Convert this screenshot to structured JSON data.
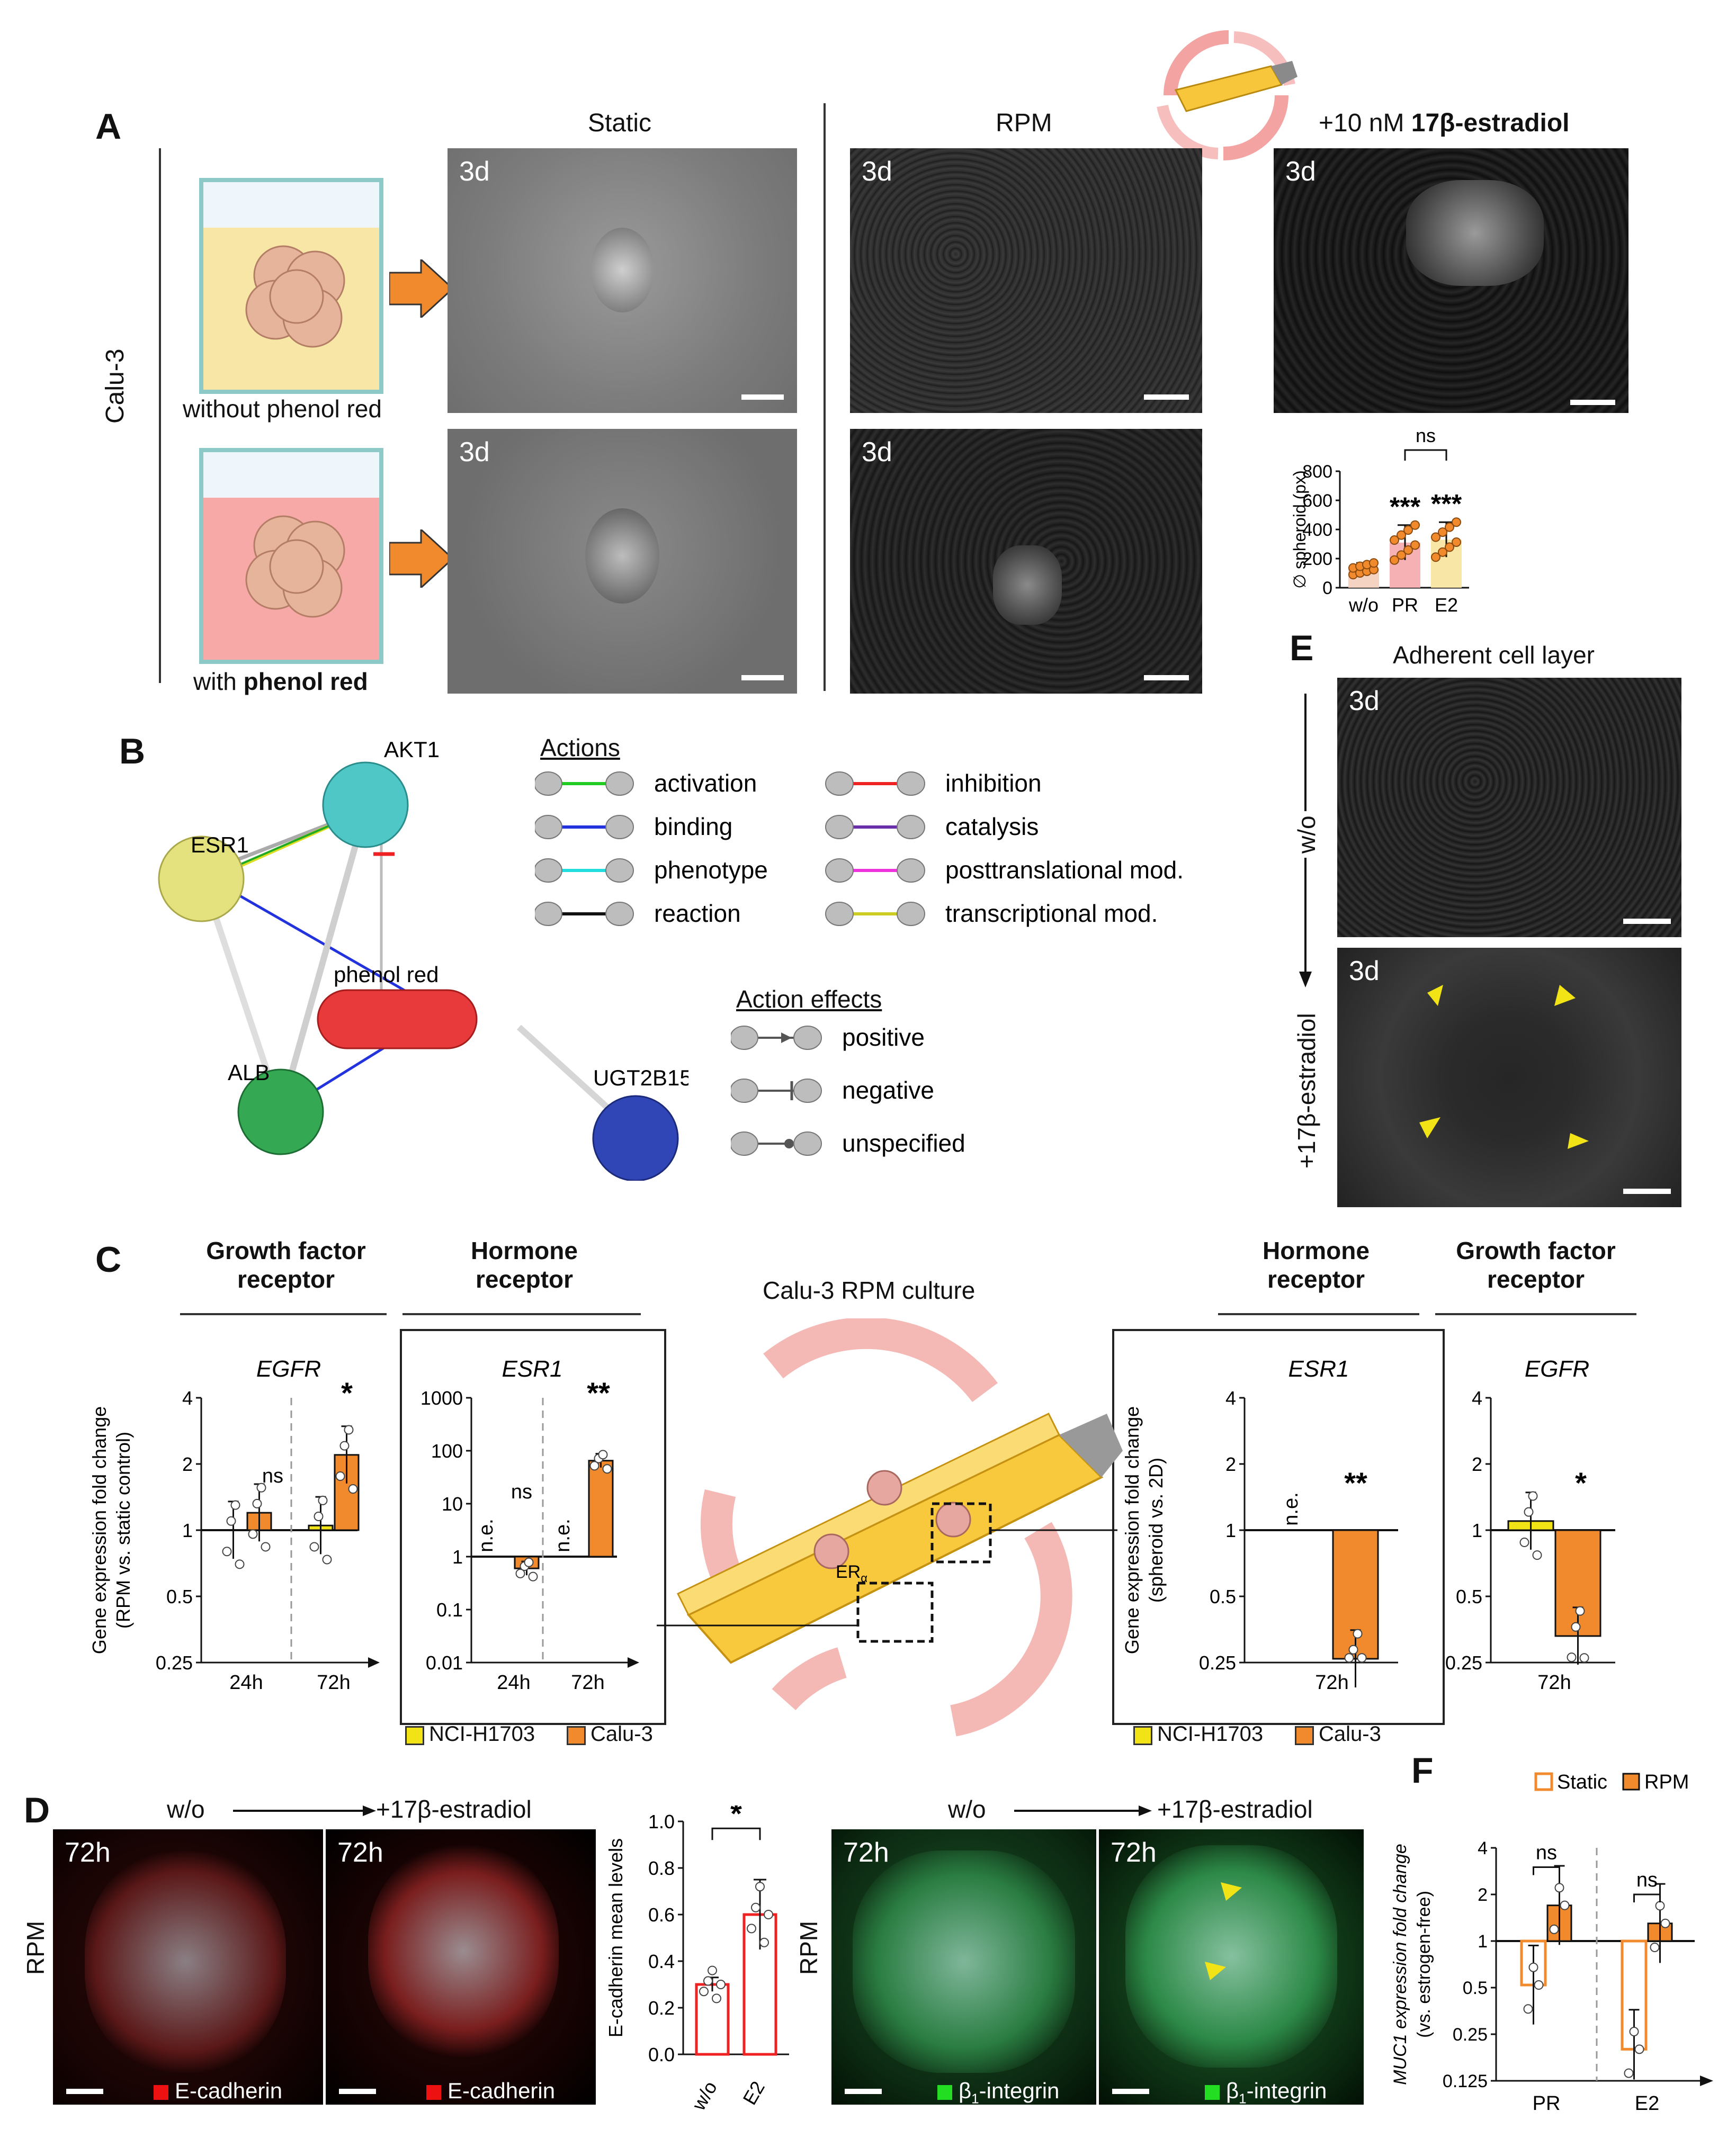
{
  "panels": {
    "A": "A",
    "B": "B",
    "C": "C",
    "D": "D",
    "E": "E",
    "F": "F"
  },
  "panelA": {
    "cell_line": "Calu-3",
    "col_static": "Static",
    "col_rpm": "RPM",
    "col_e2_prefix": "+10 nM ",
    "col_e2_bold": "17β-estradiol",
    "flask_top_label": "without phenol red",
    "flask_bottom_label_prefix": "with ",
    "flask_bottom_label_bold": "phenol red",
    "time_tag": "3d",
    "medium_colors": {
      "without": "#f8e6a6",
      "with": "#f6a9a7"
    },
    "chart_data": {
      "type": "bar",
      "categories": [
        "w/o",
        "PR",
        "E2"
      ],
      "values": [
        130,
        310,
        330
      ],
      "error": [
        40,
        120,
        120
      ],
      "ylabel": "∅ spheroid (px)",
      "yticks": [
        "0",
        "200",
        "400",
        "600",
        "800"
      ],
      "ylim": [
        0,
        800
      ],
      "significance": [
        "",
        "***",
        "***"
      ],
      "bracket_label": "ns",
      "colors": [
        "#f4d3c2",
        "#f6b1b4",
        "#f8e6a6"
      ]
    }
  },
  "panelB": {
    "nodes": {
      "akt1": "AKT1",
      "esr1": "ESR1",
      "phenol": "phenol red",
      "alb": "ALB",
      "ugt": "UGT2B15"
    },
    "actions_title": "Actions",
    "actions": [
      {
        "label": "activation",
        "color": "#22cc22"
      },
      {
        "label": "binding",
        "color": "#2233dd"
      },
      {
        "label": "phenotype",
        "color": "#22dddd"
      },
      {
        "label": "reaction",
        "color": "#111111"
      },
      {
        "label": "inhibition",
        "color": "#ee2222"
      },
      {
        "label": "catalysis",
        "color": "#6a2fa8"
      },
      {
        "label": "posttranslational mod.",
        "color": "#ee33dd"
      },
      {
        "label": "transcriptional mod.",
        "color": "#cccc22"
      }
    ],
    "effects_title": "Action effects",
    "effects": [
      "positive",
      "negative",
      "unspecified"
    ]
  },
  "panelC": {
    "hdr_gf": "Growth factor receptor",
    "hdr_hr": "Hormone receptor",
    "center_title": "Calu-3 RPM culture",
    "er_label": "ER",
    "er_sub": "α",
    "gene_egfr": "EGFR",
    "gene_esr1": "ESR1",
    "ylabel_left_1": "Gene expression fold change",
    "ylabel_left_2": "(RPM vs. static control)",
    "ylabel_right_1": "Gene expression fold change",
    "ylabel_right_2": "(spheroid vs. 2D)",
    "legend_yellow": "NCI-H1703",
    "legend_orange": "Calu-3",
    "chart_data": [
      {
        "type": "bar",
        "title": "EGFR",
        "categories": [
          "24h",
          "72h"
        ],
        "series": [
          {
            "name": "NCI-H1703",
            "values": [
              1.0,
              1.05
            ]
          },
          {
            "name": "Calu-3",
            "values": [
              1.2,
              2.2
            ]
          }
        ],
        "yticks": [
          "0.25",
          "0.5",
          "1",
          "2",
          "4"
        ],
        "scale": "log2",
        "annotations": [
          "ns",
          "*"
        ]
      },
      {
        "type": "bar",
        "title": "ESR1",
        "categories": [
          "24h",
          "72h"
        ],
        "series": [
          {
            "name": "NCI-H1703",
            "values": [
              null,
              null
            ]
          },
          {
            "name": "Calu-3",
            "values": [
              0.6,
              65
            ]
          }
        ],
        "yticks": [
          "0.01",
          "0.1",
          "1",
          "10",
          "100",
          "1000"
        ],
        "scale": "log10",
        "annotations": [
          "n.e.",
          "ns",
          "n.e.",
          "**"
        ]
      },
      {
        "type": "bar",
        "title": "ESR1",
        "categories": [
          "72h"
        ],
        "series": [
          {
            "name": "NCI-H1703",
            "values": [
              null
            ]
          },
          {
            "name": "Calu-3",
            "values": [
              0.26
            ]
          }
        ],
        "yticks": [
          "0.25",
          "0.5",
          "1",
          "2",
          "4"
        ],
        "scale": "log2",
        "annotations": [
          "n.e.",
          "**"
        ]
      },
      {
        "type": "bar",
        "title": "EGFR",
        "categories": [
          "72h"
        ],
        "series": [
          {
            "name": "NCI-H1703",
            "values": [
              1.1
            ]
          },
          {
            "name": "Calu-3",
            "values": [
              0.33
            ]
          }
        ],
        "yticks": [
          "0.25",
          "0.5",
          "1",
          "2",
          "4"
        ],
        "scale": "log2",
        "annotations": [
          "*"
        ]
      }
    ]
  },
  "panelD": {
    "arrow_from": "w/o",
    "arrow_to": "+17β-estradiol",
    "time_tag": "72h",
    "row_label": "RPM",
    "stain_ecad": "E-cadherin",
    "stain_b1_prefix": "β",
    "stain_b1_sub": "1",
    "stain_b1_suffix": "-integrin",
    "chart_data": {
      "type": "bar",
      "categories": [
        "w/o",
        "E2"
      ],
      "values": [
        0.3,
        0.6
      ],
      "error": [
        0.03,
        0.15
      ],
      "ylabel": "E-cadherin mean levels",
      "yticks": [
        "0.0",
        "0.2",
        "0.4",
        "0.6",
        "0.8",
        "1.0"
      ],
      "ylim": [
        0,
        1.0
      ],
      "significance": "*"
    }
  },
  "panelE": {
    "title": "Adherent cell layer",
    "label_top": "w/o",
    "label_bottom": "+17β-estradiol",
    "time_tag": "3d"
  },
  "panelF": {
    "legend_static": "Static",
    "legend_rpm": "RPM",
    "ylabel_1": "MUC1 expression fold change",
    "ylabel_2": "(vs. estrogen-free)",
    "chart_data": {
      "type": "bar",
      "categories": [
        "PR",
        "E2"
      ],
      "series": [
        {
          "name": "Static",
          "values": [
            0.52,
            0.2
          ]
        },
        {
          "name": "RPM",
          "values": [
            1.7,
            1.3
          ]
        }
      ],
      "yticks": [
        "0.125",
        "0.25",
        "0.5",
        "1",
        "2",
        "4"
      ],
      "scale": "log2",
      "annotations": [
        "ns",
        "ns"
      ]
    }
  }
}
